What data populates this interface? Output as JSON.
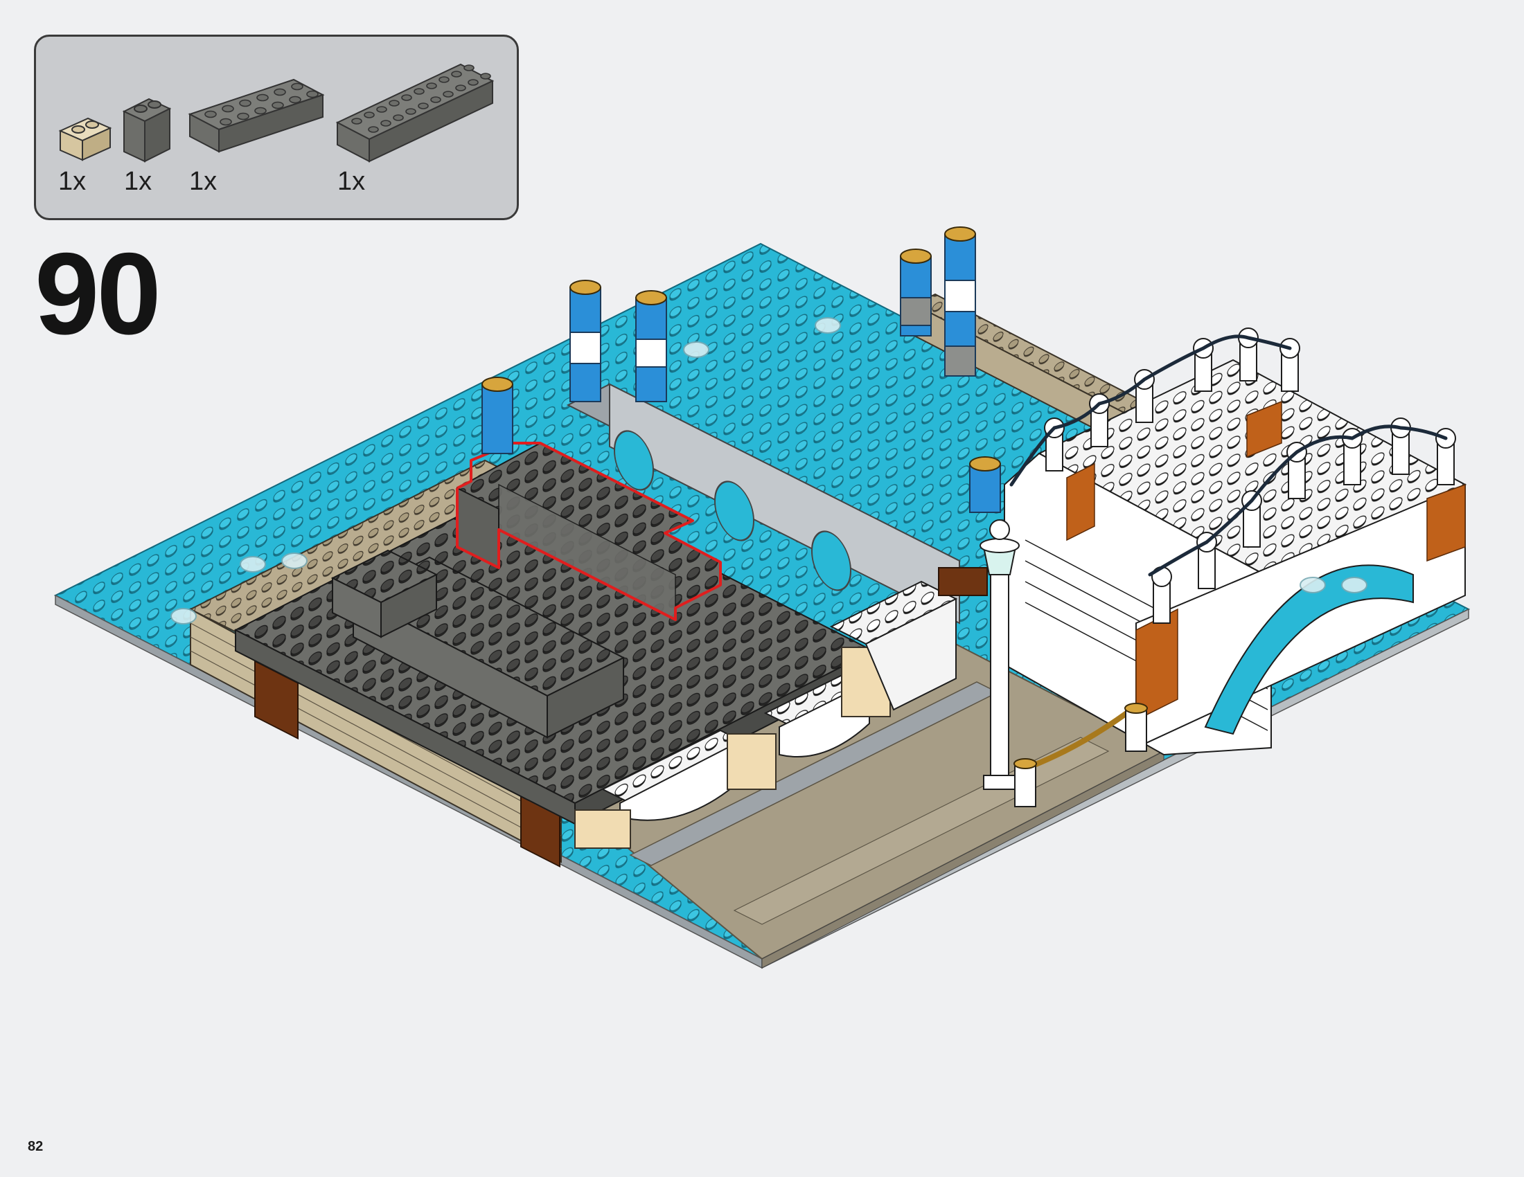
{
  "page": {
    "number": "82",
    "background": "#eff0f2"
  },
  "step": {
    "number": "90"
  },
  "parts_list": {
    "background": "#c9cbce",
    "items": [
      {
        "name": "tan-brick-1x2",
        "color": "#d6c6a0",
        "quantity": "1x"
      },
      {
        "name": "dark-gray-brick-1x2x2",
        "color": "#6d6e6a",
        "quantity": "1x"
      },
      {
        "name": "dark-gray-brick-2x6",
        "color": "#6d6e6a",
        "quantity": "1x"
      },
      {
        "name": "dark-gray-brick-2x10",
        "color": "#6d6e6a",
        "quantity": "1x"
      }
    ]
  },
  "model": {
    "baseplate_color": "#29b8d6",
    "building_color": "#6d6e6a",
    "pavement_color": "#a79d86",
    "bridge_color": "#ffffff",
    "brick_accent_color": "#c0611a",
    "highlight_outline_color": "#e01e1e"
  }
}
